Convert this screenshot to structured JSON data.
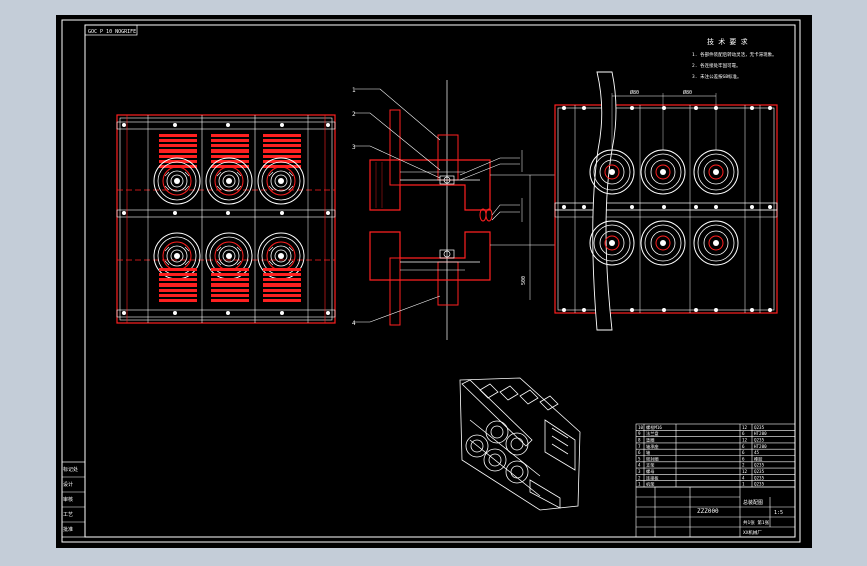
{
  "app": {
    "view_background": "#000000",
    "workspace_background": "#c4cdd8",
    "frame_color": "#ffffff",
    "accent_color": "#ff2020"
  },
  "top_stamp": {
    "text": "GOC P 10  NOGRIFE"
  },
  "tech_requirements": {
    "title": "技 术 要 求",
    "items": [
      "1. 各部件装配后转动灵活，无卡滞现象。",
      "2. 各连接处牢固可靠。",
      "3. 未注公差按GB标准。"
    ]
  },
  "front_view": {
    "dim_top_left": "Ø80",
    "dim_top_right": "Ø80",
    "dim_side": "500"
  },
  "section_view": {
    "callouts": [
      "1",
      "2",
      "3",
      "4"
    ]
  },
  "left_strip": {
    "rows": [
      "标记处",
      "设计",
      "审核",
      "工艺",
      "批准"
    ]
  },
  "parts_table": {
    "rows": [
      {
        "no": "10",
        "name": "螺栓M16",
        "qty": "12",
        "mat": "Q235"
      },
      {
        "no": "9",
        "name": "法兰盘",
        "qty": "6",
        "mat": "HT200"
      },
      {
        "no": "8",
        "name": "垫圈",
        "qty": "12",
        "mat": "Q235"
      },
      {
        "no": "7",
        "name": "轴承座",
        "qty": "6",
        "mat": "HT200"
      },
      {
        "no": "6",
        "name": "轴",
        "qty": "6",
        "mat": "45"
      },
      {
        "no": "5",
        "name": "密封圈",
        "qty": "6",
        "mat": "橡胶"
      },
      {
        "no": "4",
        "name": "支架",
        "qty": "2",
        "mat": "Q235"
      },
      {
        "no": "3",
        "name": "螺母",
        "qty": "12",
        "mat": "Q235"
      },
      {
        "no": "2",
        "name": "连接板",
        "qty": "4",
        "mat": "Q235"
      },
      {
        "no": "1",
        "name": "机架",
        "qty": "1",
        "mat": "Q235"
      }
    ]
  },
  "title_block": {
    "drawing_no": "ZZZ000",
    "title": "总装配图",
    "scale": "1:5",
    "sheet": "共1张 第1张",
    "company": "XX机械厂"
  }
}
